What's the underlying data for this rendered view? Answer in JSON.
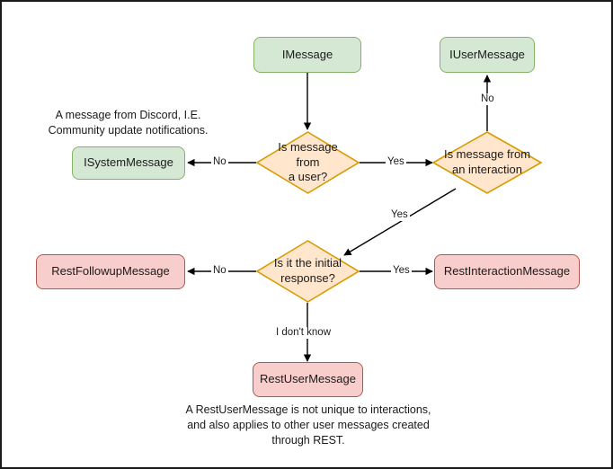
{
  "diagram": {
    "title": "Discord message type decision flowchart",
    "palette": {
      "green_fill": "#d5e8d4",
      "green_stroke": "#82b366",
      "orange_fill": "#ffe6cc",
      "orange_stroke": "#d79b00",
      "pink_fill": "#f8cecc",
      "pink_stroke": "#b85450",
      "edge_stroke": "#000000",
      "canvas_border": "#1a1a1a",
      "background": "#ffffff"
    },
    "nodes": {
      "imessage": {
        "label": "IMessage",
        "shape": "rounded-rect",
        "color": "green"
      },
      "iusermessage": {
        "label": "IUserMessage",
        "shape": "rounded-rect",
        "color": "green"
      },
      "isystemmessage": {
        "label": "ISystemMessage",
        "shape": "rounded-rect",
        "color": "green"
      },
      "is_from_user": {
        "label": "Is message from a user?",
        "line1": "Is message from",
        "line2": "a user?",
        "shape": "diamond",
        "color": "orange"
      },
      "is_from_interaction": {
        "label": "Is message from an interaction",
        "line1": "Is message from",
        "line2": "an interaction",
        "shape": "diamond",
        "color": "orange"
      },
      "is_initial_response": {
        "label": "Is it the initial response?",
        "line1": "Is it the initial",
        "line2": "response?",
        "shape": "diamond",
        "color": "orange"
      },
      "restfollowupmessage": {
        "label": "RestFollowupMessage",
        "shape": "rounded-rect",
        "color": "pink"
      },
      "restinteractionmessage": {
        "label": "RestInteractionMessage",
        "shape": "rounded-rect",
        "color": "pink"
      },
      "restusermessage": {
        "label": "RestUserMessage",
        "shape": "rounded-rect",
        "color": "pink"
      }
    },
    "edge_labels": {
      "user_no": "No",
      "user_yes": "Yes",
      "interaction_no": "No",
      "interaction_yes": "Yes",
      "initial_no": "No",
      "initial_yes": "Yes",
      "initial_unknown": "I don't know"
    },
    "notes": {
      "system_message_note_line1": "A message from Discord, I.E.",
      "system_message_note_line2": "Community update notifications.",
      "rest_user_message_note_line1": "A RestUserMessage is not unique to interactions,",
      "rest_user_message_note_line2": "and also applies to other user messages created",
      "rest_user_message_note_line3": "through REST."
    }
  }
}
